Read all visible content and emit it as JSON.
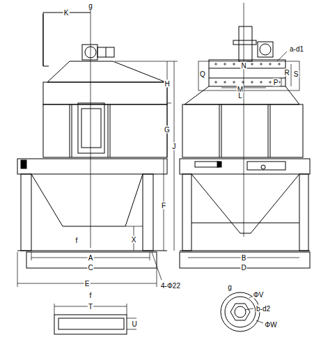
{
  "diagram": {
    "labels": [
      "K",
      "g",
      "a-d1",
      "Q",
      "N",
      "R",
      "S",
      "P",
      "M",
      "L",
      "H",
      "G",
      "J",
      "F",
      "f",
      "X",
      "A",
      "C",
      "E",
      "4-Φ22",
      "B",
      "D",
      "f",
      "T",
      "U",
      "g",
      "ΦV",
      "b-d2",
      "ΦW"
    ]
  }
}
